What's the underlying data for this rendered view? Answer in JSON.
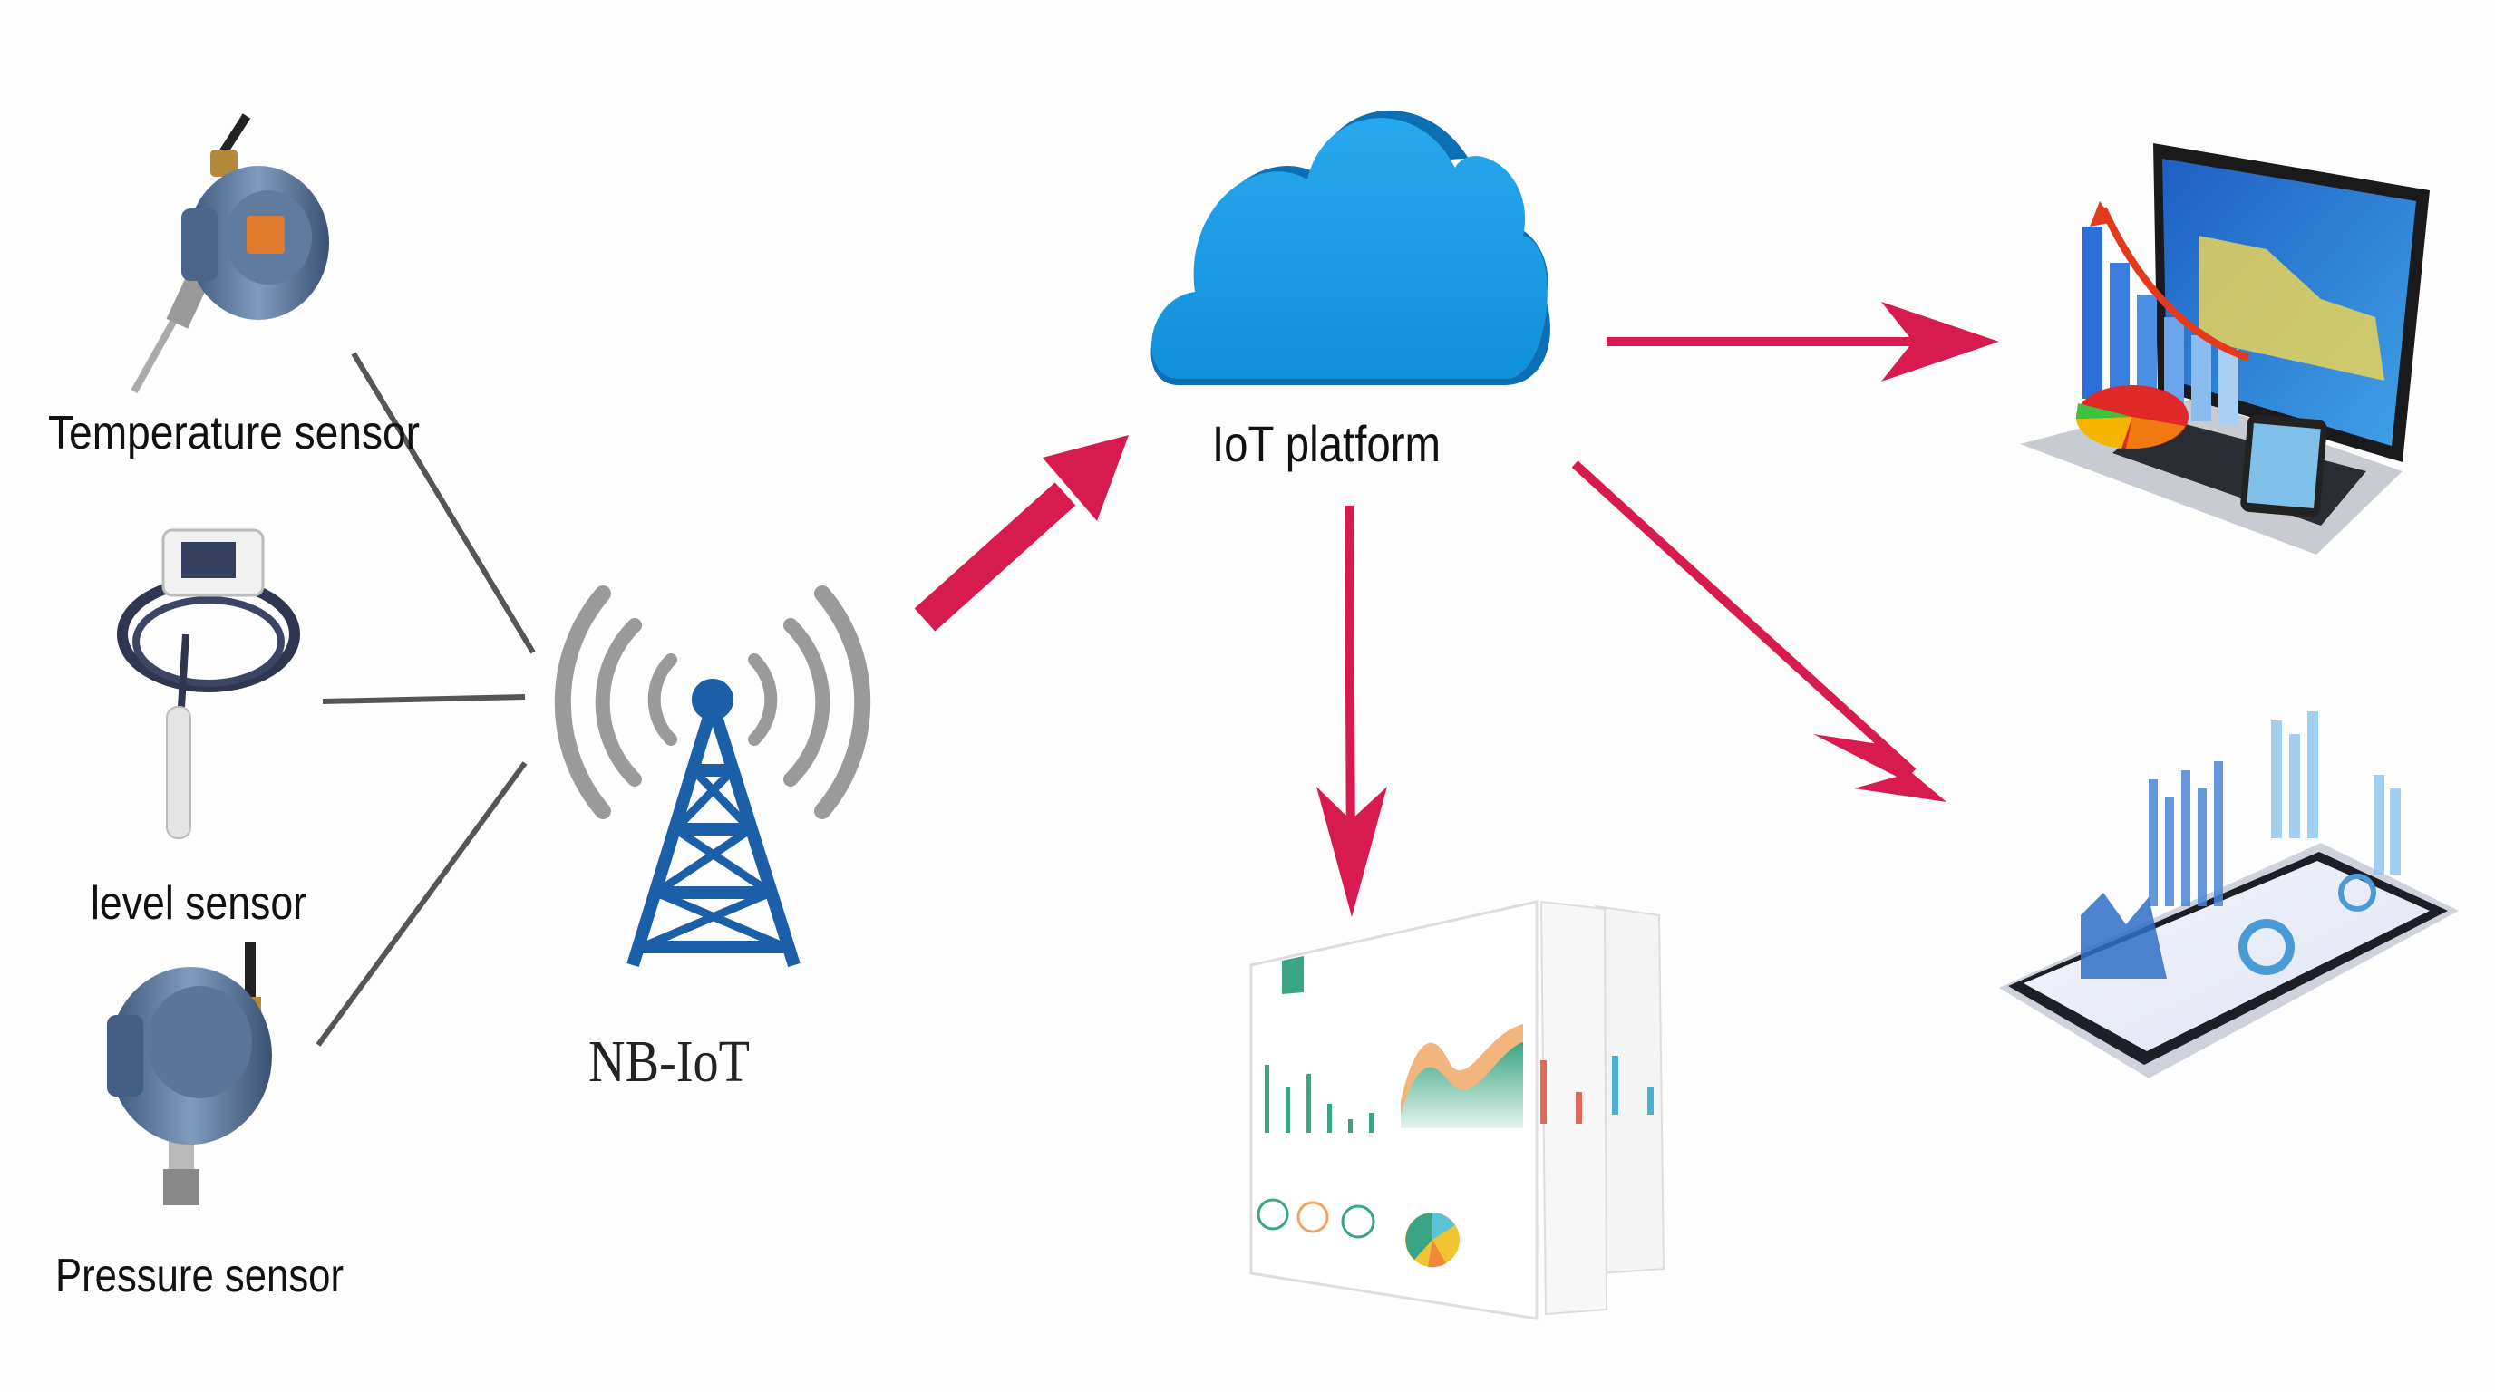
{
  "sensors": {
    "temperature": "Temperature sensor",
    "level": "level sensor",
    "pressure": "Pressure sensor"
  },
  "network": {
    "label": "NB-IoT"
  },
  "cloud": {
    "label": "IoT platform"
  },
  "colors": {
    "arrow": "#d81b4f",
    "cloud": "#1a9be0",
    "cloud_shade": "#0d6fb3",
    "tower": "#1b5fa8",
    "wave": "#9a9a9a",
    "dashboard_green": "#3aa584",
    "dashboard_orange": "#f0a35e"
  }
}
